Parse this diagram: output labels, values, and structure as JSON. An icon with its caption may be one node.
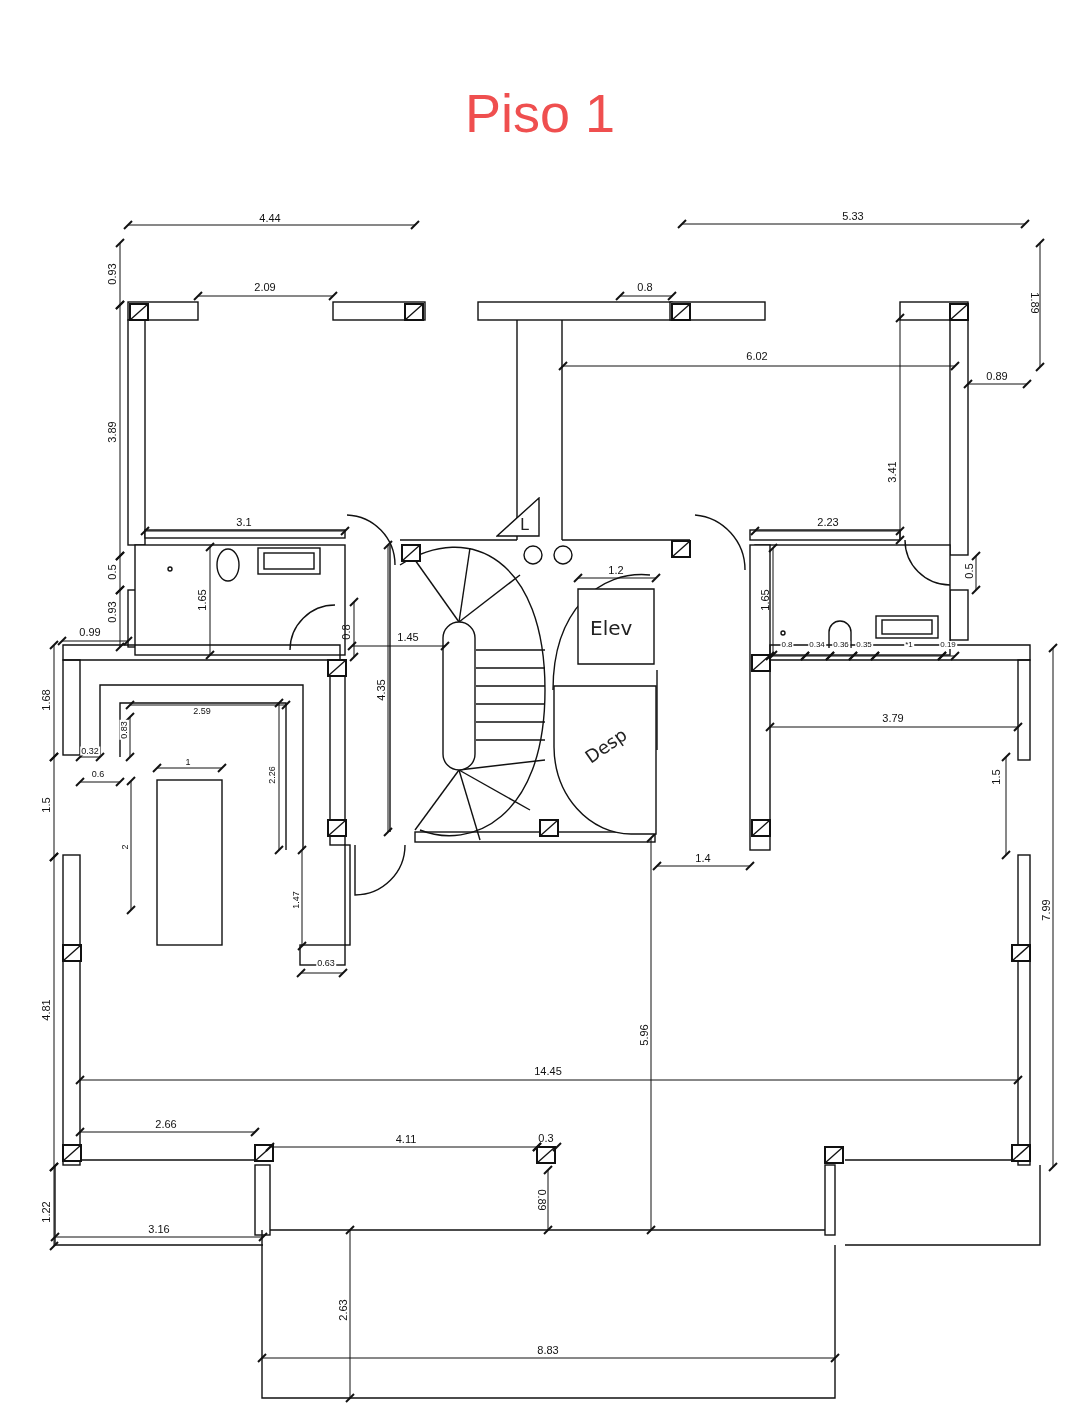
{
  "diagram": {
    "title": "Piso 1",
    "nodes": [
      {
        "text": [
          "L"
        ]
      },
      {
        "text": [
          "Elev"
        ]
      },
      {
        "text": [
          "Desp"
        ]
      }
    ],
    "labels": [
      "4.44",
      "5.33",
      "0.93",
      "1.89",
      "2.09",
      "0.8",
      "6.02",
      "0.89",
      "3.89",
      "3.41",
      "3.1",
      "2.23",
      "0.5",
      "1.2",
      "0.5",
      "1.65",
      "1.65",
      "0.93",
      "0.8",
      "0.99",
      "1.45",
      "0.8",
      "0.34",
      "0.36",
      "0.35",
      "*1",
      "0.19",
      "1.68",
      "4.35",
      "2.59",
      "0.83",
      "3.79",
      "0.32",
      "0.6",
      "1",
      "2.26",
      "1.5",
      "1.5",
      "2",
      "1.4",
      "1.47",
      "7.99",
      "0.63",
      "4.81",
      "5.96",
      "14.45",
      "2.66",
      "4.11",
      "0.3",
      "0.89",
      "1.22",
      "3.16",
      "2.63",
      "8.83"
    ]
  }
}
